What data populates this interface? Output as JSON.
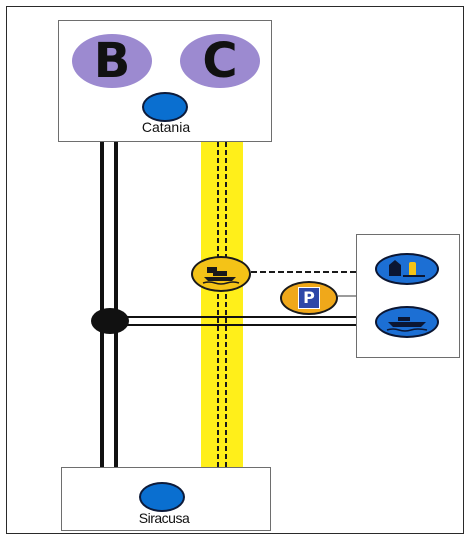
{
  "stations": {
    "top": {
      "name": "Catania",
      "lines": [
        "B",
        "C"
      ]
    },
    "bottom": {
      "name": "Siracusa"
    }
  },
  "services": {
    "parking_letter": "P",
    "icons": [
      "ferry-icon",
      "parking-icon",
      "harbour-icon",
      "ship-icon"
    ]
  },
  "colors": {
    "line_badge": "#9c8ad0",
    "station_dot": "#0a6fd0",
    "highlight_route": "#ffef1a",
    "service_yellow": "#f4c317",
    "service_orange": "#f0a81a",
    "service_blue": "#1c6fd4"
  }
}
